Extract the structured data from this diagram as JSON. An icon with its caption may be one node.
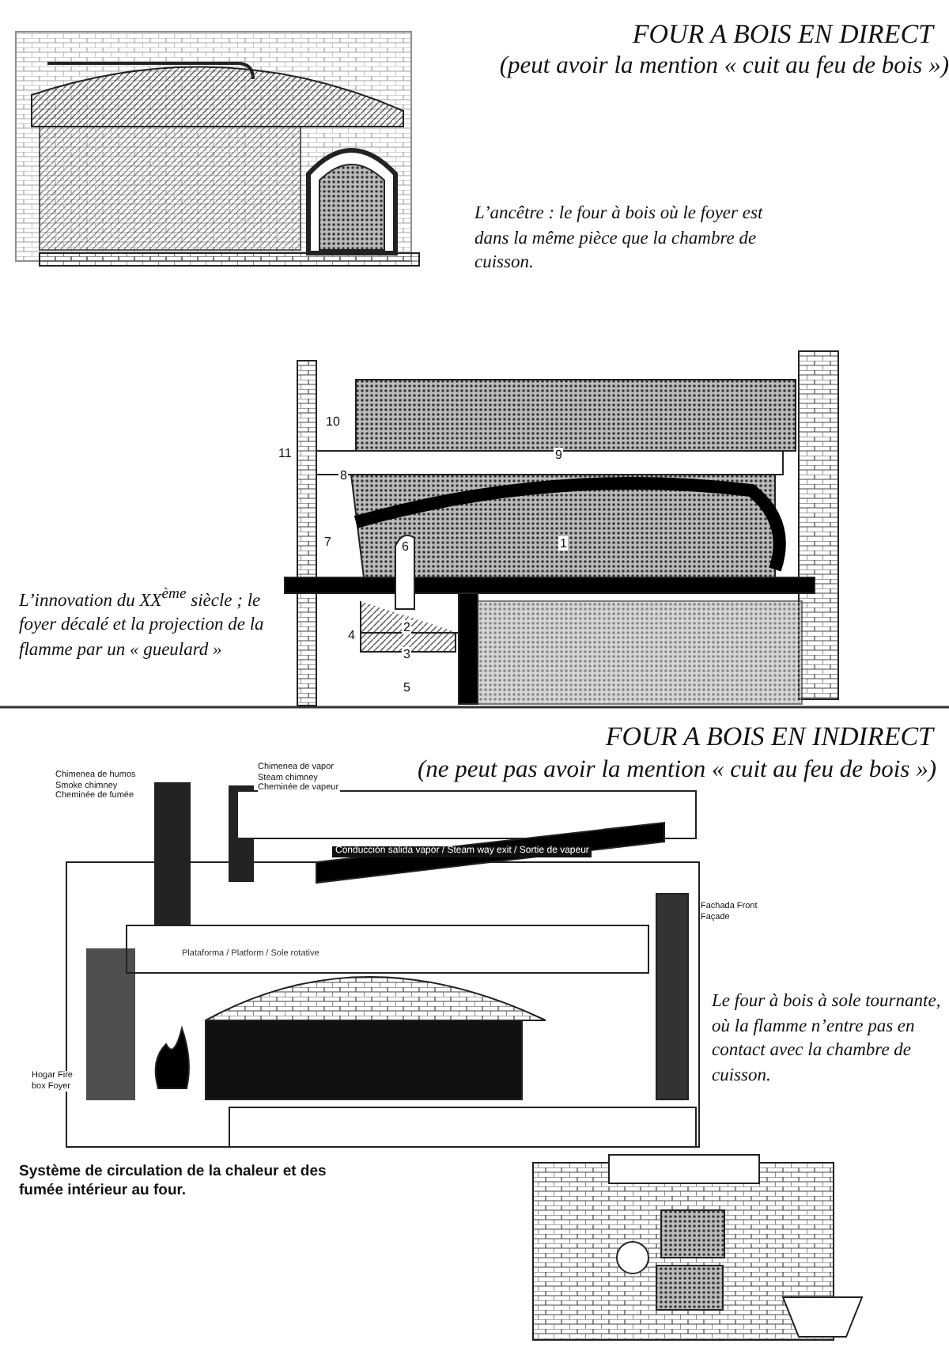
{
  "diagram": {
    "labels": [
      "FOUR A BOIS EN DIRECT",
      "(peut avoir la mention « cuit au feu de bois »)",
      "L’ancêtre : le four à bois où le foyer est dans la même pièce que la chambre de cuisson.",
      "10",
      "11",
      "9",
      "8",
      "7",
      "6",
      "1",
      "2",
      "4",
      "3",
      "5",
      "L’innovation du XX$^{ème}$ siècle ; le foyer décalé et la projection de la flamme par un « gueulard »",
      "FOUR A BOIS EN INDIRECT",
      "(ne peut pas avoir la mention « cuit au feu de bois »)",
      "Chimenea de humos Smoke chimney Cheminée de fumée",
      "Chimenea de vapor Steam chimney Cheminée de vapeur",
      "Conducción salida vapor / Steam way exit / Sortie de vapeur",
      "Fachada Front Façade",
      "Plataforma / Platform / Sole rotative",
      "Hogar Fire box Foyer",
      "Le four à bois à sole tournante, où la flamme n’entre pas en contact avec la chambre de cuisson.",
      "Système de circulation de la chaleur et des fumée intérieur au four."
    ]
  }
}
